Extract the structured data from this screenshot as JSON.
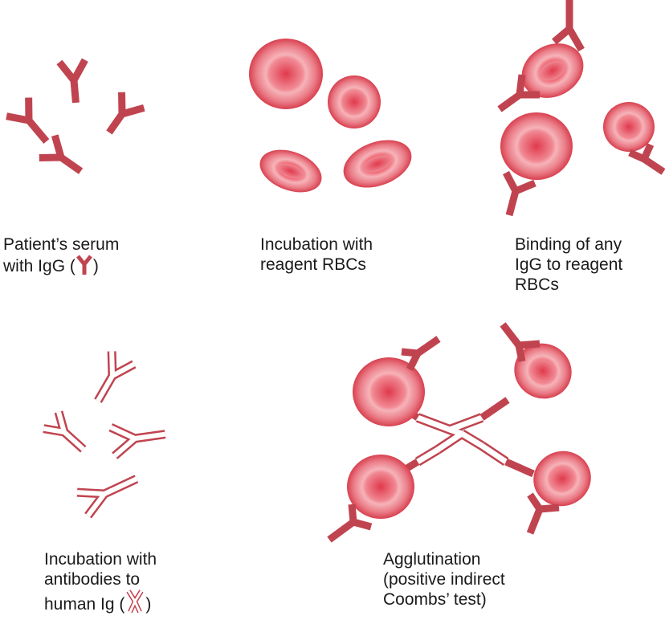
{
  "colors": {
    "antibody": "#c0444f",
    "rbc_outer": "#e05564",
    "rbc_inner": "#f6b3b9",
    "rbc_core": "#e8505f",
    "anti_ig_outline": "#c0444f",
    "anti_ig_fill": "#ffffff",
    "text": "#1a1a1a"
  },
  "icons": {
    "igg": "igg-antibody-icon",
    "anti_ig": "anti-human-ig-icon",
    "rbc": "red-blood-cell-icon"
  },
  "panels": {
    "serum": {
      "line1": "Patient’s serum",
      "line2_prefix": "with IgG (",
      "line2_suffix": ")"
    },
    "incubation_rbc": {
      "line1": "Incubation with",
      "line2": "reagent RBCs"
    },
    "binding": {
      "line1": "Binding of any",
      "line2": "IgG to reagent",
      "line3": "RBCs"
    },
    "incubation_ab": {
      "line1": "Incubation with",
      "line2": "antibodies to",
      "line3_prefix": "human Ig (",
      "line3_suffix": ")"
    },
    "agglutination": {
      "line1": "Agglutination",
      "line2": "(positive indirect",
      "line3": "Coombs’ test)"
    }
  }
}
